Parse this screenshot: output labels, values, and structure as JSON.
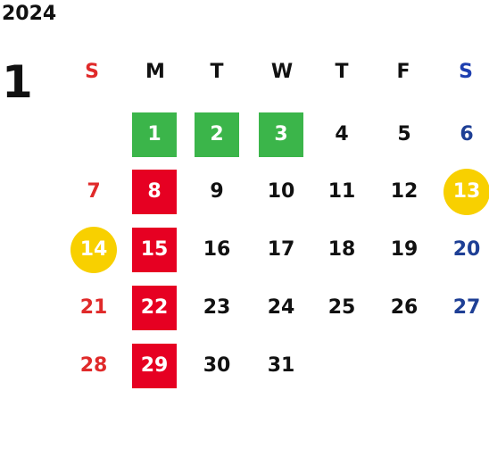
{
  "year": "2024",
  "month": "1",
  "weekdays": [
    {
      "label": "S",
      "color": "#e02a2a"
    },
    {
      "label": "M",
      "color": "#111111"
    },
    {
      "label": "T",
      "color": "#111111"
    },
    {
      "label": "W",
      "color": "#111111"
    },
    {
      "label": "T",
      "color": "#111111"
    },
    {
      "label": "F",
      "color": "#111111"
    },
    {
      "label": "S",
      "color": "#1e3fb0"
    }
  ],
  "start_weekday": 1,
  "days_in_month": 31,
  "highlights": {
    "1": "green",
    "2": "green",
    "3": "green",
    "8": "red",
    "15": "red",
    "22": "red",
    "29": "red",
    "13": "yellow",
    "14": "yellow"
  },
  "colors": {
    "green": "#3bb54a",
    "red": "#e60022",
    "yellow": "#f8d000",
    "sunday": "#e02a2a",
    "saturday": "#1e3f95",
    "weekday": "#111111"
  }
}
